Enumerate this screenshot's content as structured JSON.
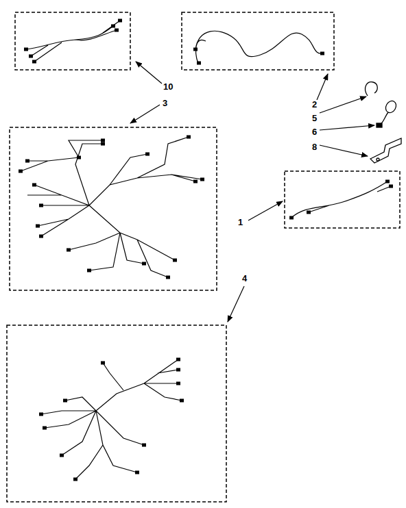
{
  "diagram": {
    "labels": [
      "10",
      "3",
      "2",
      "5",
      "6",
      "8",
      "1",
      "4"
    ]
  }
}
